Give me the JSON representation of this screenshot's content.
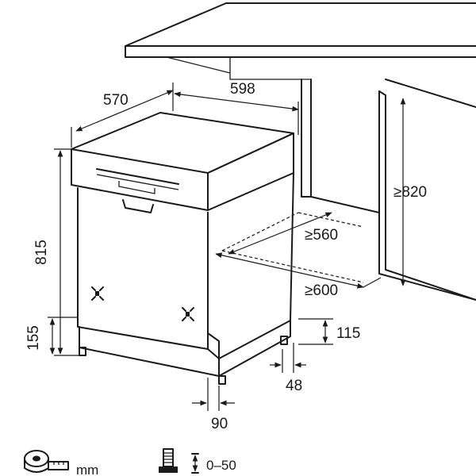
{
  "dimensions": {
    "depth": "570",
    "width": "598",
    "height": "815",
    "plinth_height": "155",
    "niche_height": "≥820",
    "niche_width": "≥600",
    "niche_depth": "≥560",
    "foot_adjust": "115",
    "foot_offset": "48",
    "door_offset": "90"
  },
  "legend": {
    "unit_label": "mm",
    "adjust_range": "0–50"
  }
}
